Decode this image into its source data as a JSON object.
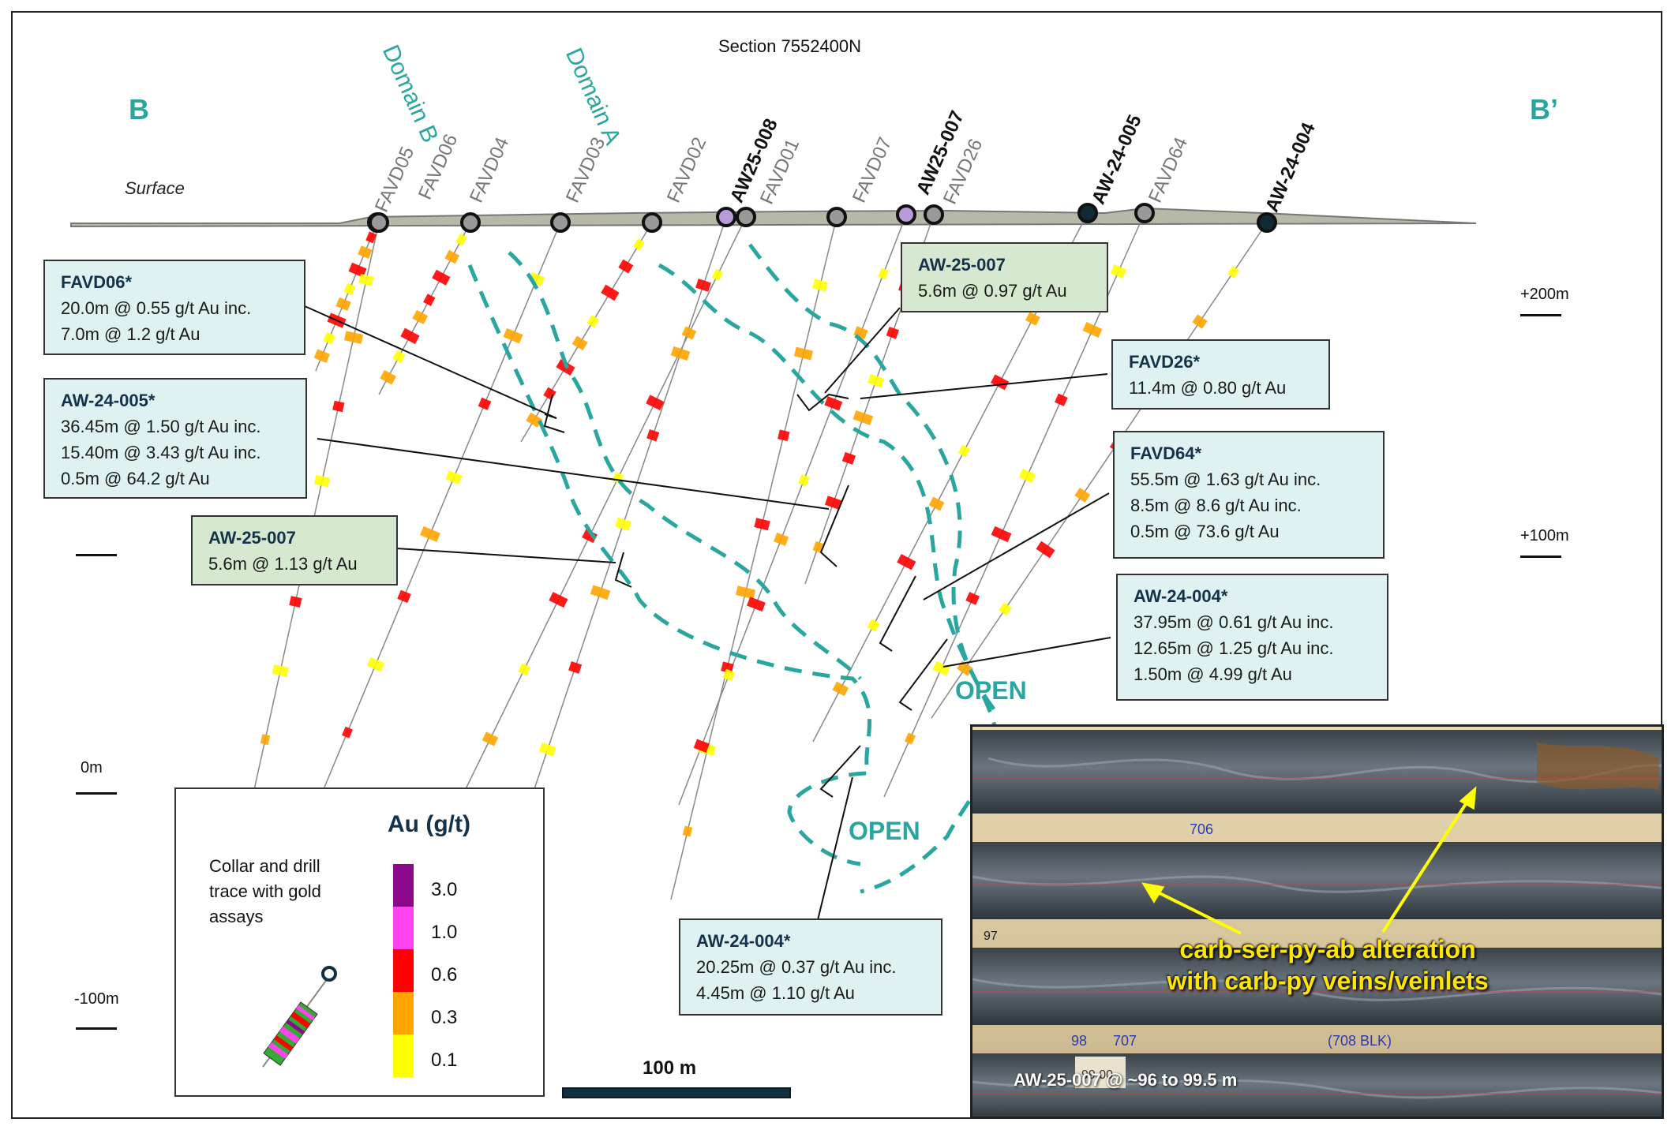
{
  "section_title": "Section 7552400N",
  "end_labels": {
    "left": "B",
    "right": "B’"
  },
  "surface_label": "Surface",
  "elevations": [
    "+200m",
    "+100m",
    "0m",
    "-100m"
  ],
  "domains": [
    "Domain B",
    "Domain A"
  ],
  "drillholes": [
    {
      "name": "FAVD05",
      "style": "grey"
    },
    {
      "name": "FAVD06",
      "style": "grey"
    },
    {
      "name": "FAVD04",
      "style": "grey"
    },
    {
      "name": "FAVD03",
      "style": "grey"
    },
    {
      "name": "FAVD02",
      "style": "grey"
    },
    {
      "name": "AW25-008",
      "style": "black"
    },
    {
      "name": "FAVD01",
      "style": "grey"
    },
    {
      "name": "FAVD07",
      "style": "grey"
    },
    {
      "name": "AW25-007",
      "style": "black"
    },
    {
      "name": "FAVD26",
      "style": "grey"
    },
    {
      "name": "AW-24-005",
      "style": "black"
    },
    {
      "name": "FAVD64",
      "style": "grey"
    },
    {
      "name": "AW-24-004",
      "style": "black"
    }
  ],
  "intercept_boxes": [
    {
      "title": "FAVD06*",
      "lines": [
        "20.0m @ 0.55 g/t Au inc.",
        "7.0m @ 1.2 g/t Au"
      ],
      "color": "blue"
    },
    {
      "title": "AW-24-005*",
      "lines": [
        "36.45m @ 1.50 g/t Au inc.",
        "15.40m @ 3.43 g/t Au inc.",
        "0.5m @ 64.2 g/t Au"
      ],
      "color": "blue"
    },
    {
      "title": "AW-25-007",
      "lines": [
        "5.6m @ 1.13 g/t Au"
      ],
      "color": "green"
    },
    {
      "title": "AW-25-007",
      "lines": [
        "5.6m @ 0.97 g/t Au"
      ],
      "color": "green"
    },
    {
      "title": "FAVD26*",
      "lines": [
        "11.4m @ 0.80 g/t Au"
      ],
      "color": "blue"
    },
    {
      "title": "FAVD64*",
      "lines": [
        "55.5m @ 1.63 g/t Au inc.",
        "8.5m @ 8.6 g/t Au inc.",
        "0.5m @ 73.6 g/t Au"
      ],
      "color": "blue"
    },
    {
      "title": "AW-24-004*",
      "lines": [
        "37.95m @ 0.61 g/t Au inc.",
        "12.65m @ 1.25 g/t Au inc.",
        "1.50m @ 4.99 g/t Au"
      ],
      "color": "blue"
    },
    {
      "title": "AW-24-004*",
      "lines": [
        "20.25m @ 0.37 g/t Au inc.",
        "4.45m @ 1.10 g/t Au"
      ],
      "color": "blue"
    }
  ],
  "open_labels": [
    "OPEN",
    "OPEN"
  ],
  "legend": {
    "title": "Au (g/t)",
    "description": [
      "Collar and drill",
      "trace with gold",
      "assays"
    ],
    "scale": [
      {
        "value": "3.0",
        "color": "#8b0a8b"
      },
      {
        "value": "1.0",
        "color": "#ff44ee"
      },
      {
        "value": "0.6",
        "color": "#ff0000"
      },
      {
        "value": "0.3",
        "color": "#ffa500"
      },
      {
        "value": "0.1",
        "color": "#ffff00"
      }
    ]
  },
  "scale_bar": "100 m",
  "photo": {
    "annotation": [
      "carb-ser-py-ab alteration",
      "with carb-py veins/veinlets"
    ],
    "caption": "AW-25-007 @ ~96 to 99.5 m",
    "tray_marks": [
      "706",
      "97",
      "98",
      "707",
      "(708 BLK)",
      "99.00"
    ]
  }
}
